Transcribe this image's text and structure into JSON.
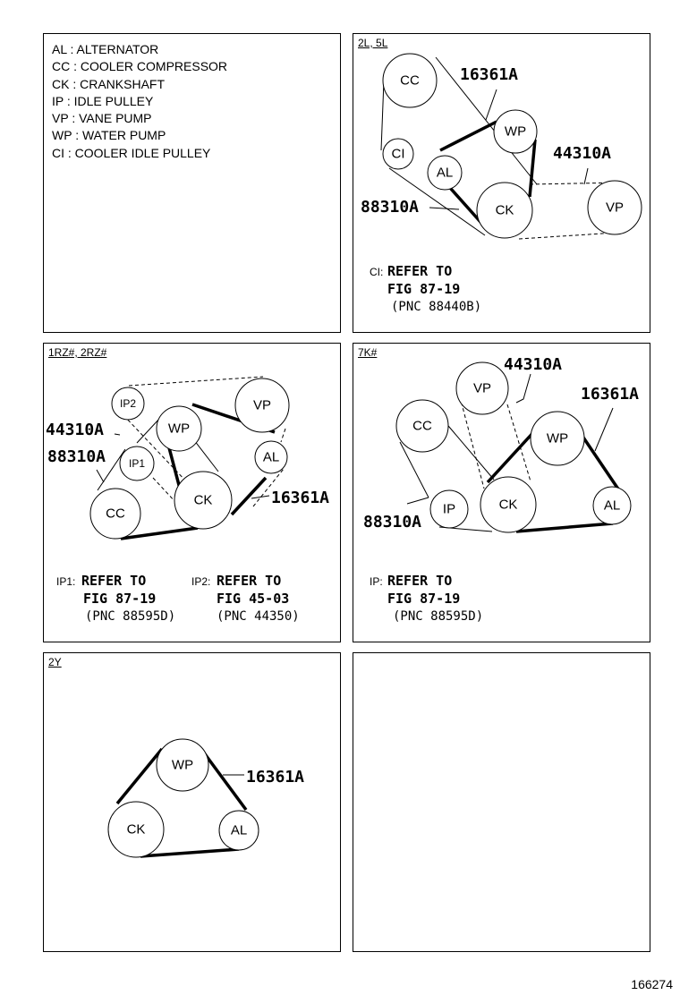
{
  "legend": [
    "AL : ALTERNATOR",
    "CC : COOLER COMPRESSOR",
    "CK : CRANKSHAFT",
    "IP : IDLE PULLEY",
    "VP : VANE PUMP",
    "WP : WATER PUMP",
    "CI : COOLER IDLE PULLEY"
  ],
  "panel_2l": {
    "tag": "2L, 5L",
    "pulleys": {
      "cc": "CC",
      "ci": "CI",
      "al": "AL",
      "wp": "WP",
      "ck": "CK",
      "vp": "VP"
    },
    "parts": {
      "p16361a": "16361A",
      "p44310a": "44310A",
      "p88310a": "88310A"
    },
    "note": {
      "prefix": "CI:",
      "line1": "REFER TO",
      "line2": "FIG 87-19",
      "line3": "(PNC 88440B)"
    }
  },
  "panel_1rz": {
    "tag": "1RZ#, 2RZ#",
    "pulleys": {
      "ip2": "IP2",
      "vp": "VP",
      "wp": "WP",
      "ip1": "IP1",
      "al": "AL",
      "ck": "CK",
      "cc": "CC"
    },
    "parts": {
      "p44310a": "44310A",
      "p88310a": "88310A",
      "p16361a": "16361A"
    },
    "note1": {
      "prefix": "IP1:",
      "line1": "REFER TO",
      "line2": "FIG 87-19",
      "line3": "(PNC 88595D)"
    },
    "note2": {
      "prefix": "IP2:",
      "line1": "REFER TO",
      "line2": "FIG 45-03",
      "line3": "(PNC 44350)"
    }
  },
  "panel_7k": {
    "tag": "7K#",
    "pulleys": {
      "vp": "VP",
      "cc": "CC",
      "wp": "WP",
      "ip": "IP",
      "ck": "CK",
      "al": "AL"
    },
    "parts": {
      "p44310a": "44310A",
      "p16361a": "16361A",
      "p88310a": "88310A"
    },
    "note": {
      "prefix": "IP:",
      "line1": "REFER TO",
      "line2": "FIG 87-19",
      "line3": "(PNC 88595D)"
    }
  },
  "panel_2y": {
    "tag": "2Y",
    "pulleys": {
      "wp": "WP",
      "ck": "CK",
      "al": "AL"
    },
    "parts": {
      "p16361a": "16361A"
    }
  },
  "footer_id": "166274"
}
